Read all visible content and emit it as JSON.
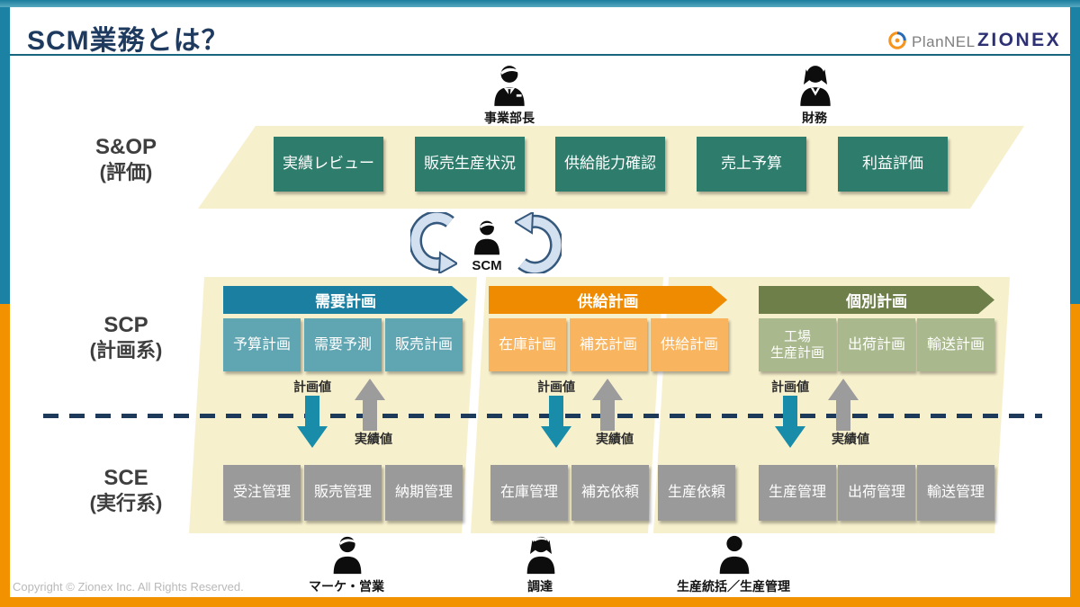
{
  "header": {
    "title": "SCM業務とは？",
    "logos": {
      "plannel": "PlanNEL",
      "zionex": "ZIONEX"
    }
  },
  "row_labels": {
    "sop": {
      "line1": "S&OP",
      "line2": "(評価)"
    },
    "scp": {
      "line1": "SCP",
      "line2": "(計画系)"
    },
    "sce": {
      "line1": "SCE",
      "line2": "(実行系)"
    }
  },
  "actors": {
    "top": [
      {
        "label": "事業部長",
        "icon": "businessman-icon"
      },
      {
        "label": "財務",
        "icon": "businesswoman-icon"
      }
    ],
    "center": {
      "label": "SCM",
      "icon": "man-icon"
    },
    "bottom": [
      {
        "label": "マーケ・営業",
        "icon": "man-icon"
      },
      {
        "label": "調達",
        "icon": "woman-icon"
      },
      {
        "label": "生産統括／生産管理",
        "icon": "person-icon"
      }
    ]
  },
  "sop_boxes": [
    "実績レビュー",
    "販売生産状況",
    "供給能力確認",
    "売上予算",
    "利益評価"
  ],
  "scp_groups": [
    {
      "header": "需要計画",
      "header_color": "#1b7fa1",
      "box_color": "#5fa5b2",
      "boxes": [
        "予算計画",
        "需要予測",
        "販売計画"
      ]
    },
    {
      "header": "供給計画",
      "header_color": "#ef8b00",
      "box_color": "#f8b45f",
      "boxes": [
        "在庫計画",
        "補充計画",
        "供給計画"
      ]
    },
    {
      "header": "個別計画",
      "header_color": "#6e7f4a",
      "box_color": "#a9b88d",
      "boxes": [
        "工場\n生産計画",
        "出荷計画",
        "輸送計画"
      ]
    }
  ],
  "flow": {
    "plan_label": "計画値",
    "actual_label": "実績値",
    "plan_color": "#188ca8",
    "actual_color": "#9c9c9c"
  },
  "sce_groups": [
    {
      "box_color": "#9a9a9a",
      "boxes": [
        "受注管理",
        "販売管理",
        "納期管理"
      ]
    },
    {
      "box_color": "#9a9a9a",
      "boxes": [
        "在庫管理",
        "補充依頼",
        "生産依頼"
      ]
    },
    {
      "box_color": "#9a9a9a",
      "boxes": [
        "生産管理",
        "出荷管理",
        "輸送管理"
      ]
    }
  ],
  "footer": {
    "copyright": "Copyright © Zionex Inc. All Rights Reserved."
  },
  "colors": {
    "frame_teal": "#1b82a3",
    "frame_orange": "#f39200",
    "band_bg": "#f7f0cd",
    "sop_box": "#2e7d6c",
    "dash_line": "#1e3a5a",
    "title": "#1f3a5f",
    "cycle_arrow_fill": "#d3e0ef",
    "cycle_arrow_stroke": "#35587d"
  }
}
